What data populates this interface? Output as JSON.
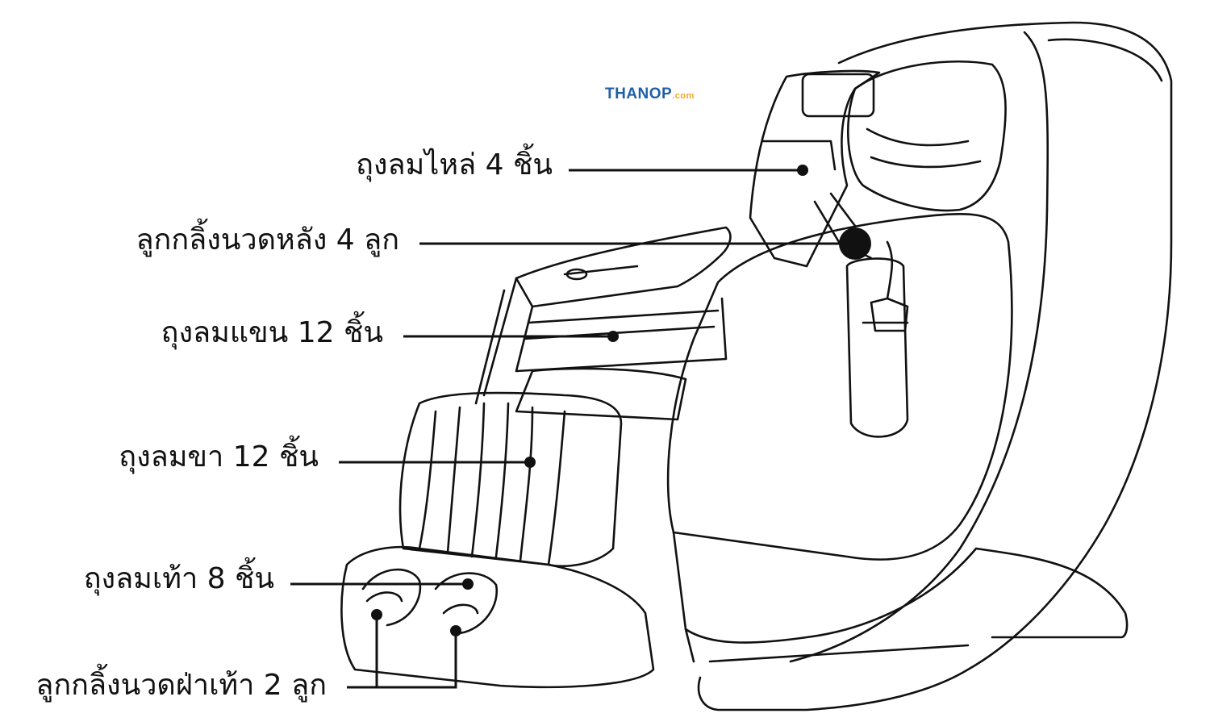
{
  "logo": {
    "brand": "THANOP",
    "suffix": ".com",
    "brand_color": "#1f5fa8",
    "accent_color": "#f5a623"
  },
  "labels": [
    {
      "id": "shoulder-airbags",
      "text": "ถุงลมไหล่ 4 ชิ้น"
    },
    {
      "id": "back-rollers",
      "text": "ลูกกลิ้งนวดหลัง 4 ลูก"
    },
    {
      "id": "arm-airbags",
      "text": "ถุงลมแขน 12 ชิ้น"
    },
    {
      "id": "leg-airbags",
      "text": "ถุงลมขา 12 ชิ้น"
    },
    {
      "id": "foot-airbags",
      "text": "ถุงลมเท้า 8 ชิ้น"
    },
    {
      "id": "foot-rollers",
      "text": "ลูกกลิ้งนวดฝ่าเท้า 2 ลูก"
    }
  ],
  "colors": {
    "line": "#111111",
    "background": "#ffffff"
  }
}
